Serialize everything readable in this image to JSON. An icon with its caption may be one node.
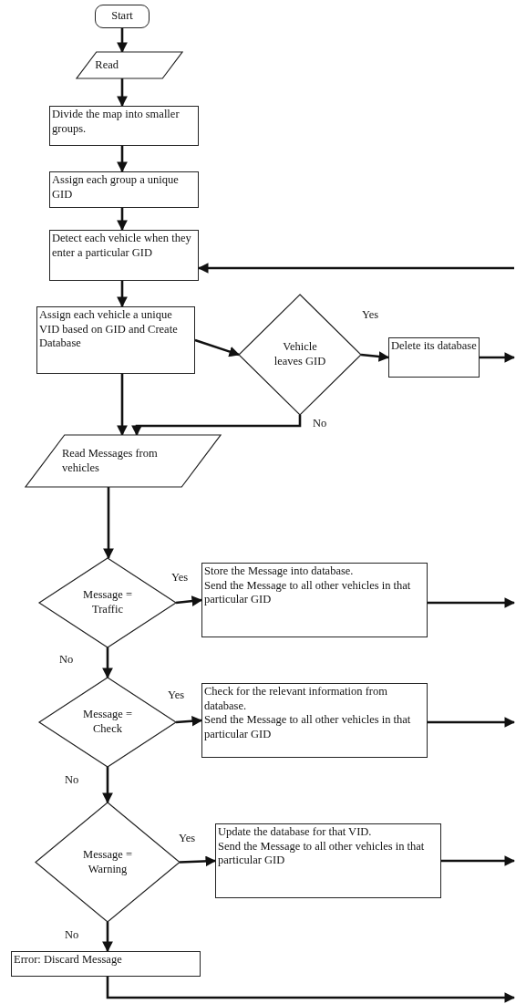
{
  "diagram": {
    "nodes": [
      {
        "text": [
          "Start"
        ]
      },
      {
        "text": [
          "Read"
        ]
      },
      {
        "text": [
          "Divide the map into smaller groups."
        ]
      },
      {
        "text": [
          "Assign each group a unique GID"
        ]
      },
      {
        "text": [
          "Detect each vehicle when they enter a particular GID"
        ]
      },
      {
        "text": [
          "Assign each vehicle a unique VID based on GID and Create Database"
        ]
      },
      {
        "text": [
          "Vehicle leaves GID"
        ]
      },
      {
        "text": [
          "Delete its database"
        ]
      },
      {
        "text": [
          "Read Messages from vehicles"
        ]
      },
      {
        "text": [
          "Message = Traffic"
        ]
      },
      {
        "text": [
          "Store the Message into database.",
          "Send the Message to all other vehicles in that particular GID"
        ]
      },
      {
        "text": [
          "Message = Check"
        ]
      },
      {
        "text": [
          "Check for the relevant information from database.",
          "Send the Message to all other vehicles in that particular GID"
        ]
      },
      {
        "text": [
          "Message = Warning"
        ]
      },
      {
        "text": [
          "Update the database for that VID.",
          "Send the Message to all other vehicles in that particular GID"
        ]
      },
      {
        "text": [
          "Error: Discard Message"
        ]
      }
    ],
    "edges": [
      {
        "from": 0,
        "to": 1,
        "arrow": "to"
      },
      {
        "from": 1,
        "to": 2,
        "arrow": "to"
      },
      {
        "from": 2,
        "to": 3,
        "arrow": "to"
      },
      {
        "from": 3,
        "to": 4,
        "arrow": "to"
      },
      {
        "from": 4,
        "to": 5,
        "arrow": "to"
      },
      {
        "from": 5,
        "to": 6,
        "arrow": "to"
      },
      {
        "from": 6,
        "to": 7,
        "arrow": "to",
        "label": "Yes"
      },
      {
        "from": 7,
        "to": null,
        "arrow": "to"
      },
      {
        "from": null,
        "to": 4,
        "arrow": "to"
      },
      {
        "from": 5,
        "to": 8,
        "arrow": "to"
      },
      {
        "from": 6,
        "to": 8,
        "arrow": "to",
        "label": "No"
      },
      {
        "from": 8,
        "to": 9,
        "arrow": "to"
      },
      {
        "from": 9,
        "to": 10,
        "arrow": "to",
        "label": "Yes"
      },
      {
        "from": 10,
        "to": null,
        "arrow": "to"
      },
      {
        "from": 9,
        "to": 11,
        "arrow": "to",
        "label": "No"
      },
      {
        "from": 11,
        "to": 12,
        "arrow": "to",
        "label": "Yes"
      },
      {
        "from": 12,
        "to": null,
        "arrow": "to"
      },
      {
        "from": 11,
        "to": 13,
        "arrow": "to",
        "label": "No"
      },
      {
        "from": 13,
        "to": 14,
        "arrow": "to",
        "label": "Yes"
      },
      {
        "from": 14,
        "to": null,
        "arrow": "to"
      },
      {
        "from": 13,
        "to": 15,
        "arrow": "to",
        "label": "No"
      },
      {
        "from": 15,
        "to": null,
        "arrow": "to"
      }
    ]
  }
}
